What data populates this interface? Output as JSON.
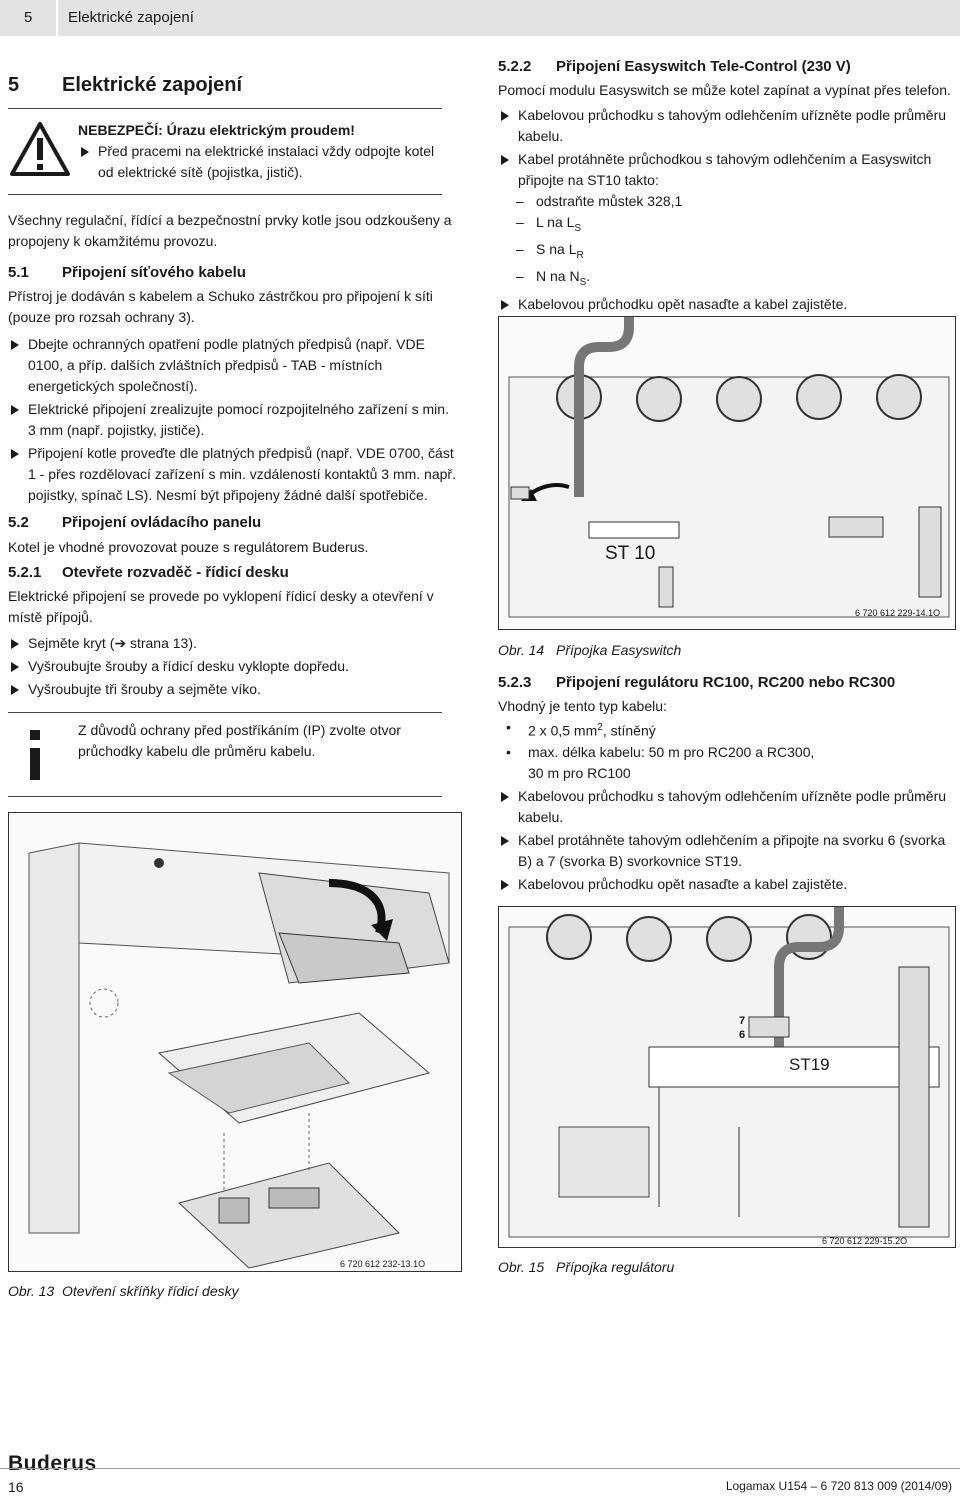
{
  "header": {
    "chapter_number": "5",
    "chapter_title": "Elektrické zapojení"
  },
  "left": {
    "h1_number": "5",
    "h1_title": "Elektrické zapojení",
    "danger": {
      "title": "NEBEZPEČÍ: Úrazu elektrickým proudem!",
      "bullet": "Před pracemi na elektrické instalaci vždy odpojte kotel od elektrické sítě (pojistka, jistič)."
    },
    "intro": "Všechny regulační, řídící a bezpečnostní prvky kotle jsou odzkoušeny a propojeny k okamžitému provozu.",
    "s51": {
      "number": "5.1",
      "title": "Připojení síťového kabelu",
      "text": "Přístroj je dodáván s kabelem a Schuko zástrčkou pro připojení k síti (pouze pro rozsah ochrany 3).",
      "bullets": [
        "Dbejte ochranných opatření podle platných předpisů (např. VDE 0100, a příp. dalších zvláštních předpisů - TAB - místních energetických společností).",
        "Elektrické připojení zrealizujte pomocí rozpojitelného zařízení s min. 3 mm (např. pojistky, jističe).",
        "Připojení kotle proveďte dle platných předpisů (např. VDE 0700, část 1 - přes rozdělovací zařízení s min. vzdáleností kontaktů 3 mm. např. pojistky, spínač LS). Nesmí být připojeny žádné další spotřebiče."
      ]
    },
    "s52": {
      "number": "5.2",
      "title": "Připojení ovládacího panelu",
      "text": "Kotel je vhodné provozovat pouze s regulátorem Buderus."
    },
    "s521": {
      "number": "5.2.1",
      "title": "Otevřete rozvaděč - řídicí desku",
      "text": "Elektrické připojení se provede po vyklopení řídicí desky a otevření v místě přípojů.",
      "bullets": [
        "Sejměte kryt (➔ strana 13).",
        "Vyšroubujte šrouby a řídicí desku vyklopte dopředu.",
        "Vyšroubujte tři šrouby a sejměte víko."
      ]
    },
    "info": "Z důvodů ochrany před postříkáním (IP) zvolte otvor průchodky kabelu dle průměru kabelu.",
    "fig13": {
      "code": "6 720 612 232-13.1O",
      "caption_prefix": "Obr. 13",
      "caption": "Otevření skříňky řídicí desky"
    }
  },
  "right": {
    "s522": {
      "number": "5.2.2",
      "title": "Připojení Easyswitch Tele-Control (230 V)",
      "text": "Pomocí modulu Easyswitch se může kotel zapínat a vypínat přes telefon.",
      "bullet1": "Kabelovou průchodku s tahovým odlehčením uřízněte podle průměru kabelu.",
      "bullet2": "Kabel protáhněte průchodkou s tahovým odlehčením a Easyswitch připojte na ST10 takto:",
      "dash1": "odstraňte můstek 328,1",
      "dash2_a": "L na L",
      "dash2_sub": "S",
      "dash3_a": "S na L",
      "dash3_sub": "R",
      "dash4_a": "N na N",
      "dash4_sub": "S",
      "dash4_b": ".",
      "bullet3": "Kabelovou průchodku opět nasaďte a kabel zajistěte."
    },
    "fig14": {
      "terminal_label": "ST 10",
      "code": "6 720 612 229-14.1O",
      "caption_prefix": "Obr. 14",
      "caption": "Přípojka Easyswitch"
    },
    "s523": {
      "number": "5.2.3",
      "title": "Připojení regulátoru RC100, RC200 nebo RC300",
      "text": "Vhodný je tento typ kabelu:",
      "dot1_a": "2 x 0,5 mm",
      "dot1_sup": "2",
      "dot1_b": ", stíněný",
      "dot2_line1": "max. délka kabelu: 50 m pro RC200 a RC300,",
      "dot2_line2": "30 m pro RC100",
      "bullets": [
        "Kabelovou průchodku s tahovým odlehčením uřízněte podle průměru kabelu.",
        "Kabel protáhněte tahovým odlehčením a připojte na svorku 6 (svorka B) a 7 (svorka B) svorkovnice ST19.",
        "Kabelovou průchodku opět nasaďte a kabel zajistěte."
      ]
    },
    "fig15": {
      "terminal_label": "ST19",
      "pin7": "7",
      "pin6": "6",
      "code": "6 720 612 229-15.2O",
      "caption_prefix": "Obr. 15",
      "caption": "Přípojka regulátoru"
    }
  },
  "footer": {
    "brand": "Buderus",
    "page": "16",
    "doc_ref": "Logamax U154 – 6 720 813 009 (2014/09)"
  }
}
